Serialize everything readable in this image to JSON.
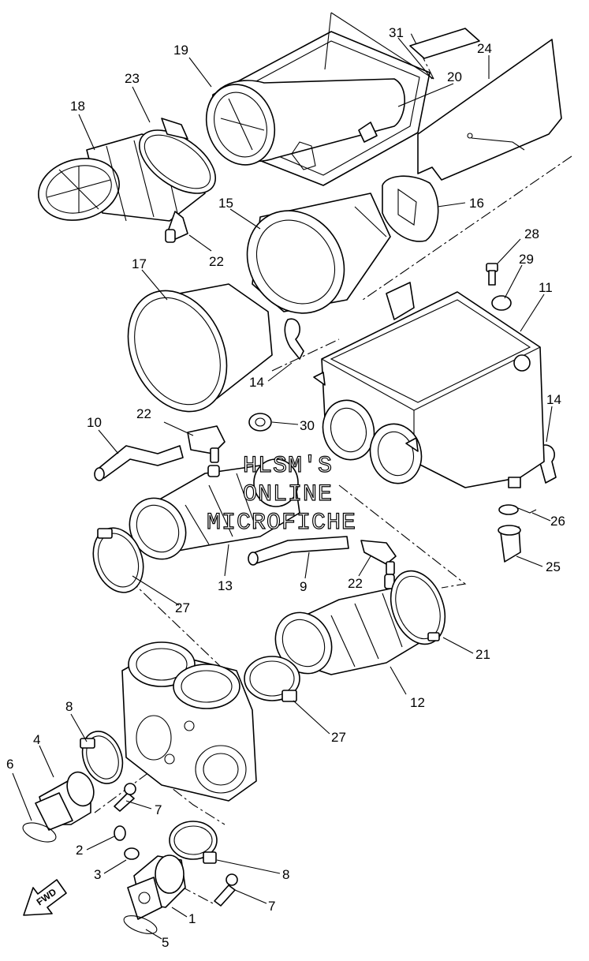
{
  "watermark": {
    "line1": "HLSM'S",
    "line2": "ONLINE",
    "line3": "MICROFICHE"
  },
  "direction_marker": "FWD",
  "callouts": {
    "n1": "1",
    "n2": "2",
    "n3": "3",
    "n4": "4",
    "n5": "5",
    "n6": "6",
    "n7a": "7",
    "n7b": "7",
    "n8a": "8",
    "n8b": "8",
    "n9": "9",
    "n10": "10",
    "n11": "11",
    "n12": "12",
    "n13": "13",
    "n14a": "14",
    "n14b": "14",
    "n15": "15",
    "n16": "16",
    "n17": "17",
    "n18": "18",
    "n19": "19",
    "n20": "20",
    "n21": "21",
    "n22a": "22",
    "n22b": "22",
    "n22c": "22",
    "n23": "23",
    "n24": "24",
    "n25": "25",
    "n26": "26",
    "n27a": "27",
    "n27b": "27",
    "n28": "28",
    "n29": "29",
    "n30": "30",
    "n31": "31"
  }
}
